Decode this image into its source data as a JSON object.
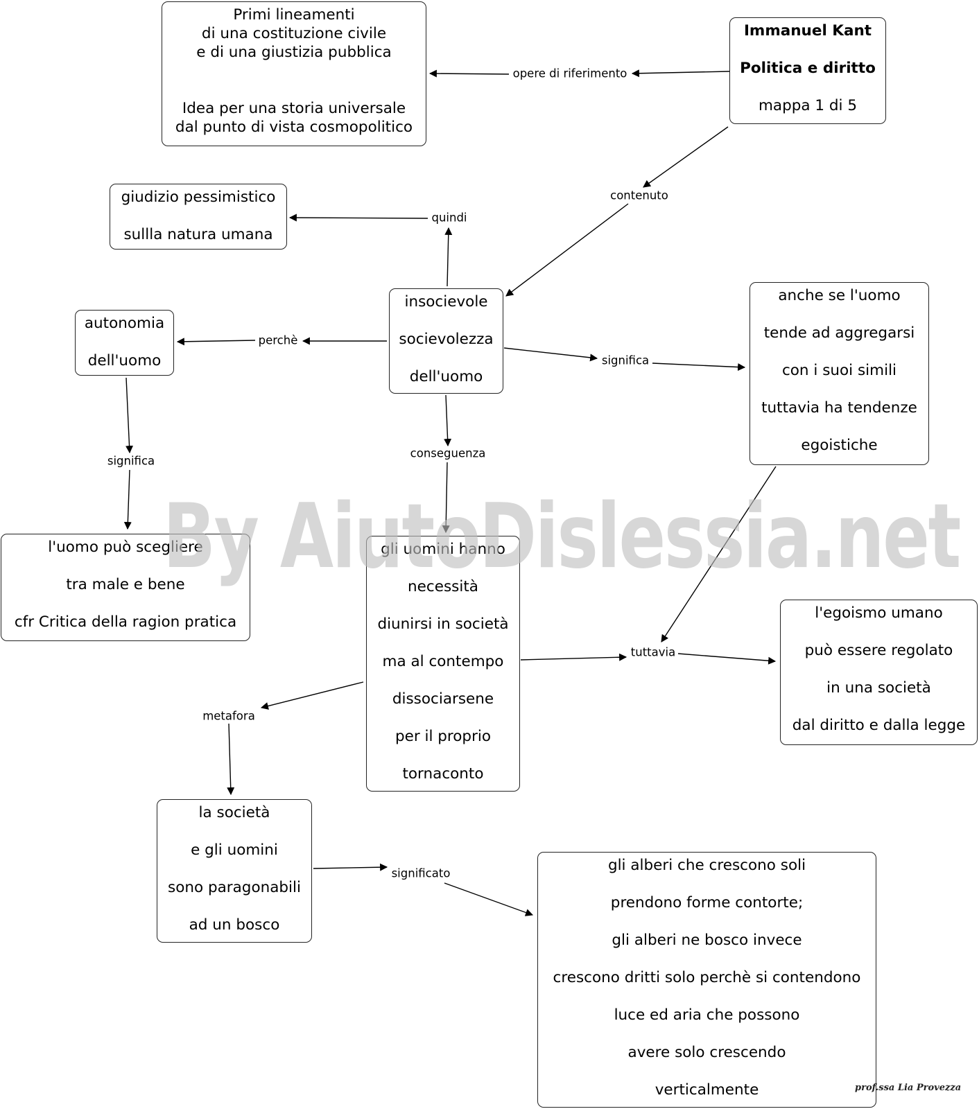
{
  "nodes": {
    "kant": {
      "title": "Immanuel Kant",
      "subtitle": "Politica e diritto",
      "map": "mappa 1 di 5"
    },
    "opere": {
      "l1": "Primi lineamenti",
      "l2": "di una costituzione civile",
      "l3": "e di una giustizia pubblica",
      "l4": "Idea per una storia universale",
      "l5": "dal punto di vista cosmopolitico"
    },
    "giudizio": {
      "l1": "giudizio pessimistico",
      "l2": "sullla natura umana"
    },
    "insocievole": {
      "l1": "insocievole",
      "l2": "socievolezza",
      "l3": "dell'uomo"
    },
    "autonomia": {
      "l1": "autonomia",
      "l2": "dell'uomo"
    },
    "anche": {
      "l1": "anche se l'uomo",
      "l2": "tende ad aggregarsi",
      "l3": "con i suoi simili",
      "l4": "tuttavia ha tendenze",
      "l5": "egoistiche"
    },
    "scegliere": {
      "l1": "l'uomo può scegliere",
      "l2": "tra male e bene",
      "l3": "cfr Critica della ragion pratica"
    },
    "necessita": {
      "l1": "gli uomini hanno",
      "l2": "necessità",
      "l3": "diunirsi in società",
      "l4": "ma al contempo",
      "l5": "dissociarsene",
      "l6": "per il proprio",
      "l7": "tornaconto"
    },
    "egoismo": {
      "l1": "l'egoismo umano",
      "l2": "può essere regolato",
      "l3": "in una società",
      "l4": "dal diritto e dalla legge"
    },
    "bosco": {
      "l1": "la società",
      "l2": "e gli uomini",
      "l3": "sono paragonabili",
      "l4": "ad un bosco"
    },
    "alberi": {
      "l1": "gli alberi che crescono soli",
      "l2": "prendono forme contorte;",
      "l3": "gli alberi ne bosco invece",
      "l4": "crescono dritti solo perchè si contendono",
      "l5": "luce ed aria che possono",
      "l6": "avere solo crescendo",
      "l7": "verticalmente"
    }
  },
  "edges": {
    "opere": "opere di riferimento",
    "contenuto": "contenuto",
    "quindi": "quindi",
    "perche": "perchè",
    "significa_anche": "significa",
    "significa_autonomia": "significa",
    "conseguenza": "conseguenza",
    "tuttavia": "tuttavia",
    "metafora": "metafora",
    "significato": "significato"
  },
  "watermark": "By AiutoDislessia.net",
  "signature": "prof.ssa Lia Provezza"
}
